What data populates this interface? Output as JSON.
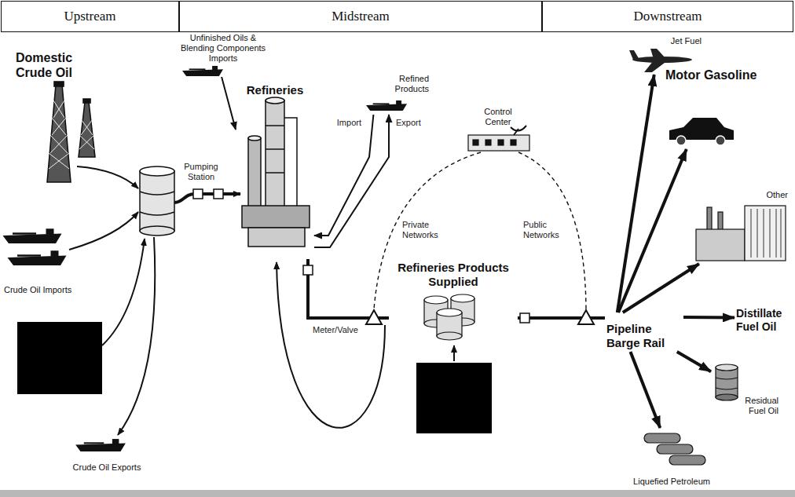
{
  "diagram": {
    "nodes": [
      {
        "text": [
          "Upstream"
        ]
      },
      {
        "text": [
          "Midstream"
        ]
      },
      {
        "text": [
          "Downstream"
        ]
      },
      {
        "text": [
          "Domestic Crude Oil"
        ]
      },
      {
        "text": [
          "Crude Oil Imports"
        ]
      },
      {
        "text": [
          "Crude Oil Exports"
        ]
      },
      {
        "text": [
          "Unfinished Oils & Blending Components Imports"
        ]
      },
      {
        "text": [
          "Refineries"
        ]
      },
      {
        "text": [
          "Refined Products"
        ]
      },
      {
        "text": [
          "Control Center"
        ]
      },
      {
        "text": [
          "Refineries Products Supplied"
        ]
      },
      {
        "text": [
          "Pipeline Barge Rail"
        ]
      },
      {
        "text": [
          "Jet Fuel"
        ]
      },
      {
        "text": [
          "Motor Gasoline"
        ]
      },
      {
        "text": [
          "Other"
        ]
      },
      {
        "text": [
          "Distillate Fuel Oil"
        ]
      },
      {
        "text": [
          "Residual Fuel Oil"
        ]
      },
      {
        "text": [
          "Liquefied Petroleum"
        ]
      }
    ],
    "edges": [
      {
        "from": 6,
        "to": 7,
        "arrow": "to"
      },
      {
        "from": 8,
        "to": 7,
        "label": "Import",
        "arrow": "to"
      },
      {
        "from": 7,
        "to": 8,
        "label": "Export",
        "arrow": "to"
      },
      {
        "from": 7,
        "to": 10,
        "arrow": "none"
      },
      {
        "from": 10,
        "to": 11,
        "arrow": "none"
      },
      {
        "from": 11,
        "to": 12,
        "arrow": "to"
      },
      {
        "from": 11,
        "to": 13,
        "arrow": "to"
      },
      {
        "from": 11,
        "to": 14,
        "arrow": "to"
      },
      {
        "from": 11,
        "to": 15,
        "arrow": "to"
      },
      {
        "from": 11,
        "to": 16,
        "arrow": "to"
      },
      {
        "from": 11,
        "to": 17,
        "arrow": "to"
      }
    ],
    "labels": [
      "Pumping Station",
      "Private Networks",
      "Public Networks",
      "Meter/Valve"
    ]
  }
}
